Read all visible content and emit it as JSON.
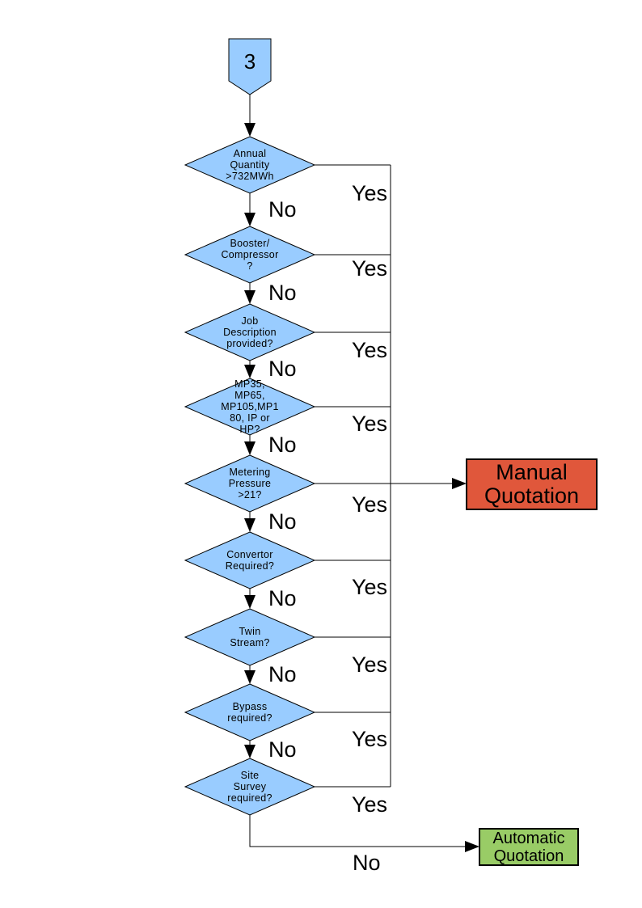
{
  "flowchart": {
    "connector": {
      "label": "3"
    },
    "decisions": [
      {
        "label": "Annual\nQuantity\n>732MWh"
      },
      {
        "label": "Booster/\nCompressor\n?"
      },
      {
        "label": "Job\nDescription\nprovided?"
      },
      {
        "label": "MP35,\nMP65,\nMP105,MP1\n80, IP or\nHP?"
      },
      {
        "label": "Metering\nPressure\n>21?"
      },
      {
        "label": "Convertor\nRequired?"
      },
      {
        "label": "Twin\nStream?"
      },
      {
        "label": "Bypass\nrequired?"
      },
      {
        "label": "Site\nSurvey\nrequired?"
      }
    ],
    "branch_labels": {
      "yes": "Yes",
      "no": "No"
    },
    "outcomes": {
      "manual": {
        "label": "Manual\nQuotation",
        "fill": "#E0573B"
      },
      "automatic": {
        "label": "Automatic\nQuotation",
        "fill": "#99CC66"
      }
    },
    "colors": {
      "decision_fill": "#99CCFF",
      "line": "#000000",
      "text": "#000000",
      "page_background": "#FFFFFF"
    }
  }
}
